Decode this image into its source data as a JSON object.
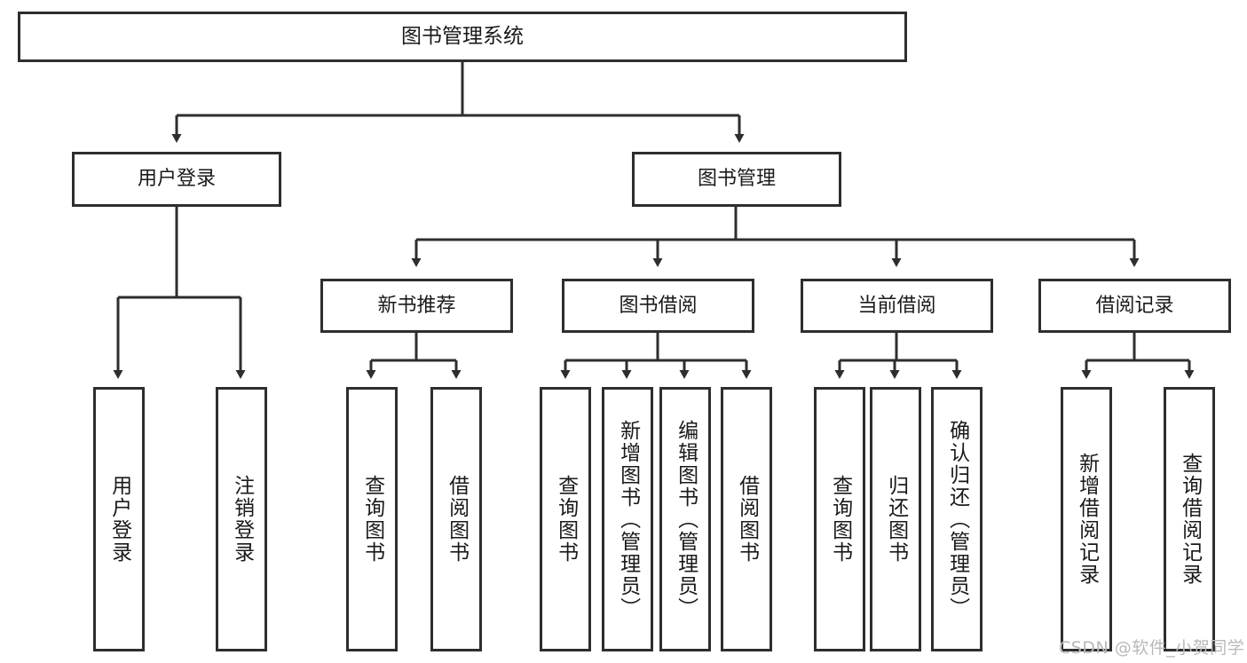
{
  "diagram": {
    "type": "tree-hierarchy",
    "title": "图书管理系统",
    "watermark": "CSDN @软件_小贺同学",
    "colors": {
      "stroke": "#2e2e2e",
      "fill": "#ffffff",
      "text": "#1a1a1a",
      "watermark": "#b9b9b9"
    },
    "nodes": {
      "root": {
        "label": "图书管理系统"
      },
      "level2": [
        {
          "id": "user-login",
          "label": "用户登录"
        },
        {
          "id": "book-manage",
          "label": "图书管理"
        }
      ],
      "level3": [
        {
          "id": "new-book-recommend",
          "label": "新书推荐"
        },
        {
          "id": "book-borrow",
          "label": "图书借阅"
        },
        {
          "id": "current-borrow",
          "label": "当前借阅"
        },
        {
          "id": "borrow-record",
          "label": "借阅记录"
        }
      ],
      "leaves": [
        {
          "id": "leaf-user-login",
          "label": "用户登录",
          "parent": "user-login"
        },
        {
          "id": "leaf-logout",
          "label": "注销登录",
          "parent": "user-login"
        },
        {
          "id": "leaf-query-book-1",
          "label": "查询图书",
          "parent": "new-book-recommend"
        },
        {
          "id": "leaf-borrow-book-1",
          "label": "借阅图书",
          "parent": "new-book-recommend"
        },
        {
          "id": "leaf-query-book-2",
          "label": "查询图书",
          "parent": "book-borrow"
        },
        {
          "id": "leaf-add-book",
          "label": "新增图书（管理员）",
          "parent": "book-borrow"
        },
        {
          "id": "leaf-edit-book",
          "label": "编辑图书（管理员）",
          "parent": "book-borrow"
        },
        {
          "id": "leaf-borrow-book-2",
          "label": "借阅图书",
          "parent": "book-borrow"
        },
        {
          "id": "leaf-query-book-3",
          "label": "查询图书",
          "parent": "current-borrow"
        },
        {
          "id": "leaf-return-book",
          "label": "归还图书",
          "parent": "current-borrow"
        },
        {
          "id": "leaf-confirm-return",
          "label": "确认归还（管理员）",
          "parent": "current-borrow"
        },
        {
          "id": "leaf-add-record",
          "label": "新增借阅记录",
          "parent": "borrow-record"
        },
        {
          "id": "leaf-query-record",
          "label": "查询借阅记录",
          "parent": "borrow-record"
        }
      ]
    }
  }
}
